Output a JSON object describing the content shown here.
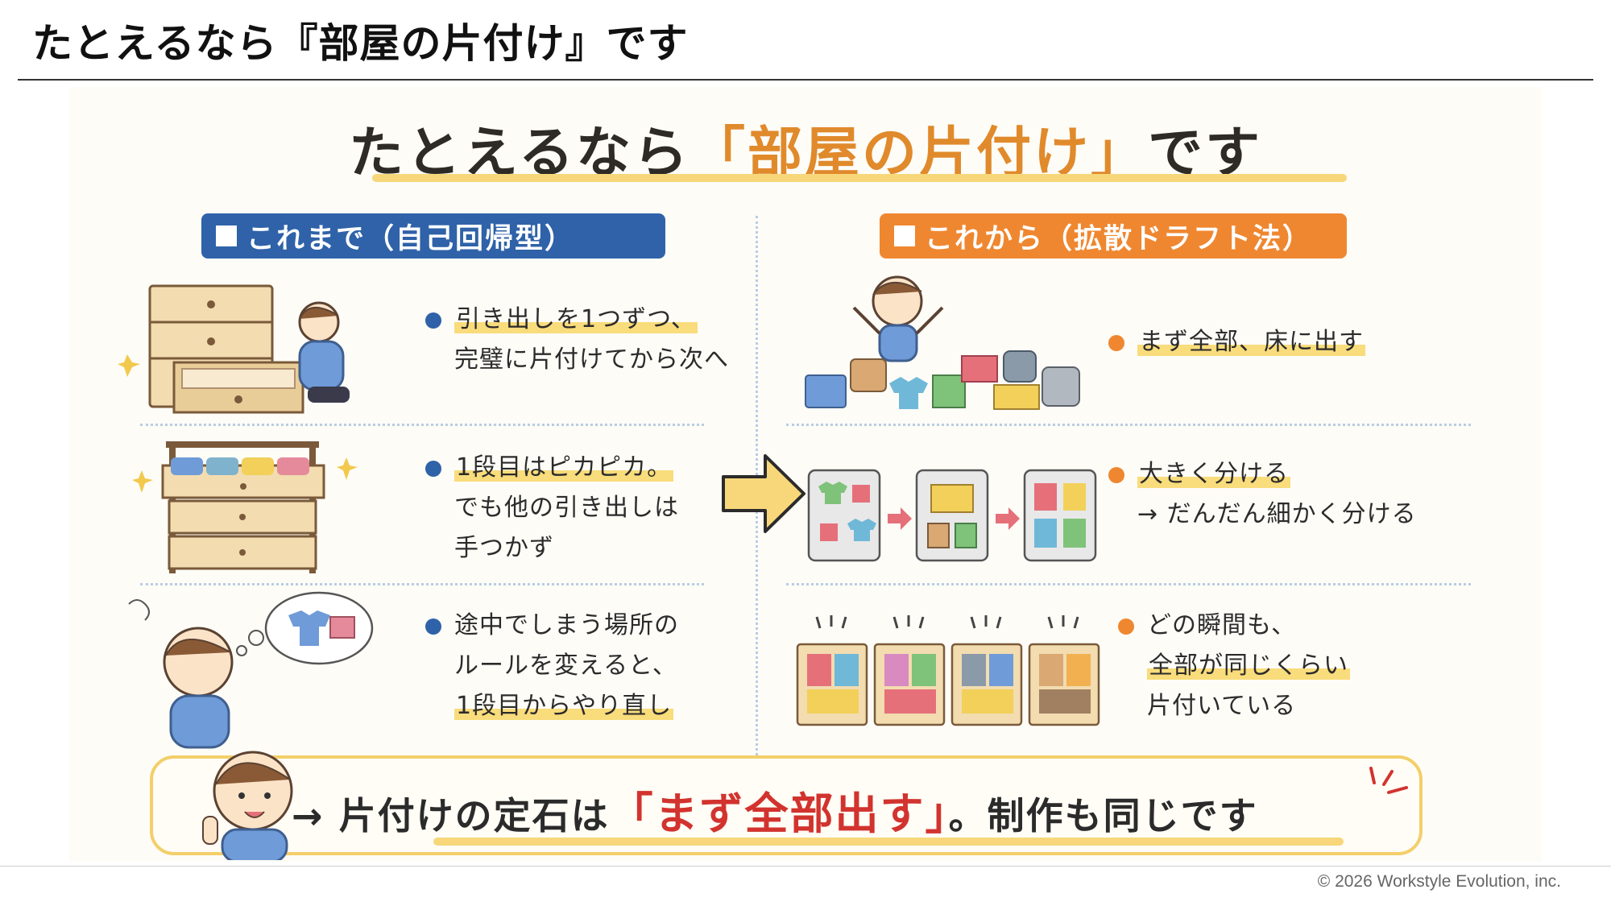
{
  "slide": {
    "title": "たとえるなら『部屋の片付け』です",
    "copyright": "© 2026 Workstyle Evolution, inc."
  },
  "illustration": {
    "title_before": "たとえるなら",
    "title_highlight": "「部屋の片付け」",
    "title_after": "です",
    "left_header": "これまで（自己回帰型）",
    "right_header": "これから（拡散ドラフト法）",
    "left_items": [
      {
        "lines": [
          "引き出しを1つずつ、",
          "完璧に片付けてから次へ"
        ]
      },
      {
        "lines": [
          "1段目はピカピカ。",
          "でも他の引き出しは",
          "手つかず"
        ]
      },
      {
        "lines": [
          "途中でしまう場所の",
          "ルールを変えると、",
          "1段目からやり直し"
        ]
      }
    ],
    "right_items": [
      {
        "lines": [
          "まず全部、床に出す"
        ]
      },
      {
        "lines": [
          "大きく分ける",
          "→ だんだん細かく分ける"
        ]
      },
      {
        "lines": [
          "どの瞬間も、",
          "全部が同じくらい",
          "片付いている"
        ]
      }
    ],
    "bottom_arrow": "→",
    "bottom_before": "片付けの定石は",
    "bottom_highlight": "「まず全部出す」",
    "bottom_after": "。制作も同じです"
  },
  "colors": {
    "blue": "#2f62a8",
    "orange": "#ef8730",
    "highlight_yellow": "#f9dc7b",
    "title_orange": "#e08a2c",
    "red": "#d2332e"
  }
}
